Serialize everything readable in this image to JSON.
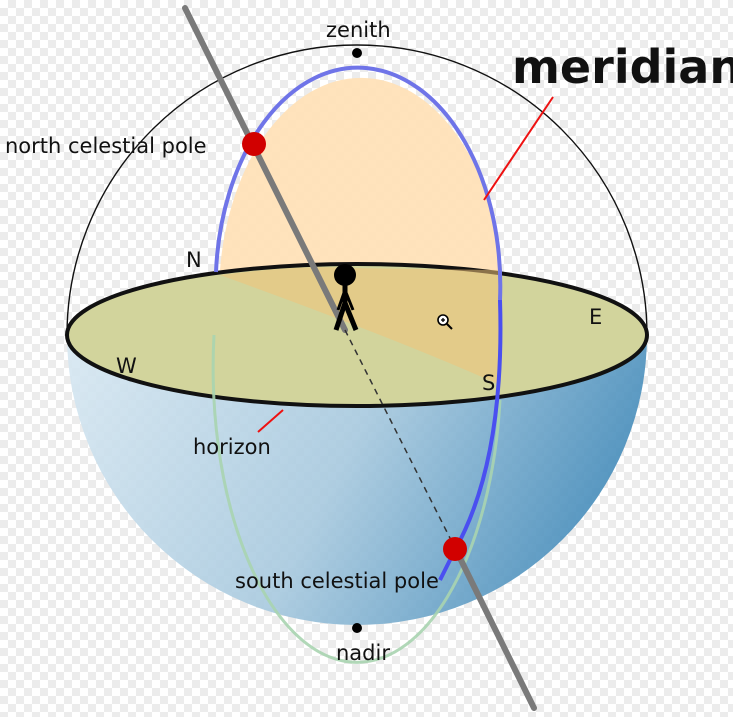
{
  "labels": {
    "zenith": "zenith",
    "meridian": "meridian",
    "north_celestial_pole": "north celestial pole",
    "north": "N",
    "east": "E",
    "west": "W",
    "south": "S",
    "horizon": "horizon",
    "south_celestial_pole": "south celestial pole",
    "nadir": "nadir"
  },
  "colors": {
    "sky_upper": "#ffe2b8",
    "horizon_plane": "#d2d49c",
    "lower_hemisphere_light": "#d8e8f2",
    "lower_hemisphere_dark": "#4a8fbc",
    "meridian_line": "#6f74e8",
    "pole_marker": "#d10000",
    "axis": "#7a7a7a",
    "pointer": "#ee1111"
  },
  "icons": {
    "observer": "observer-figure-icon",
    "cursor": "zoom-in-cursor-icon"
  }
}
